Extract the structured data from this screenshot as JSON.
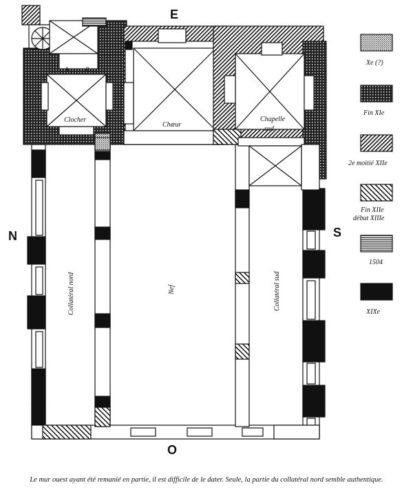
{
  "compass": {
    "east": "E",
    "north": "N",
    "south": "S",
    "west": "O"
  },
  "rooms": {
    "clocher": "Clocher",
    "choeur": "Chœur",
    "chapelle_line1": "Chapelle",
    "chapelle_line2": "sud",
    "nef": "Nef",
    "collateral_nord": "Collatéral nord",
    "collateral_sud": "Collatéral sud",
    "marker_a": "A",
    "marker_b": "B"
  },
  "legend": [
    {
      "label": "Xe (?)",
      "pattern": "dots"
    },
    {
      "label": "Fin XIe",
      "pattern": "crosshatch"
    },
    {
      "label": "2e moitié XIIe",
      "pattern": "diagonal-fine"
    },
    {
      "label_line1": "Fin XIIe",
      "label_line2": "début XIIIe",
      "pattern": "diagonal-wide"
    },
    {
      "label": "1504",
      "pattern": "horizontal"
    },
    {
      "label": "XIXe",
      "pattern": "solid"
    }
  ],
  "colors": {
    "ink": "#111111",
    "paper": "#ffffff"
  },
  "caption": "Le mur ouest ayant été remanié en partie, il est difficile de le dater. Seule, la partie du collatéral nord semble authentique."
}
